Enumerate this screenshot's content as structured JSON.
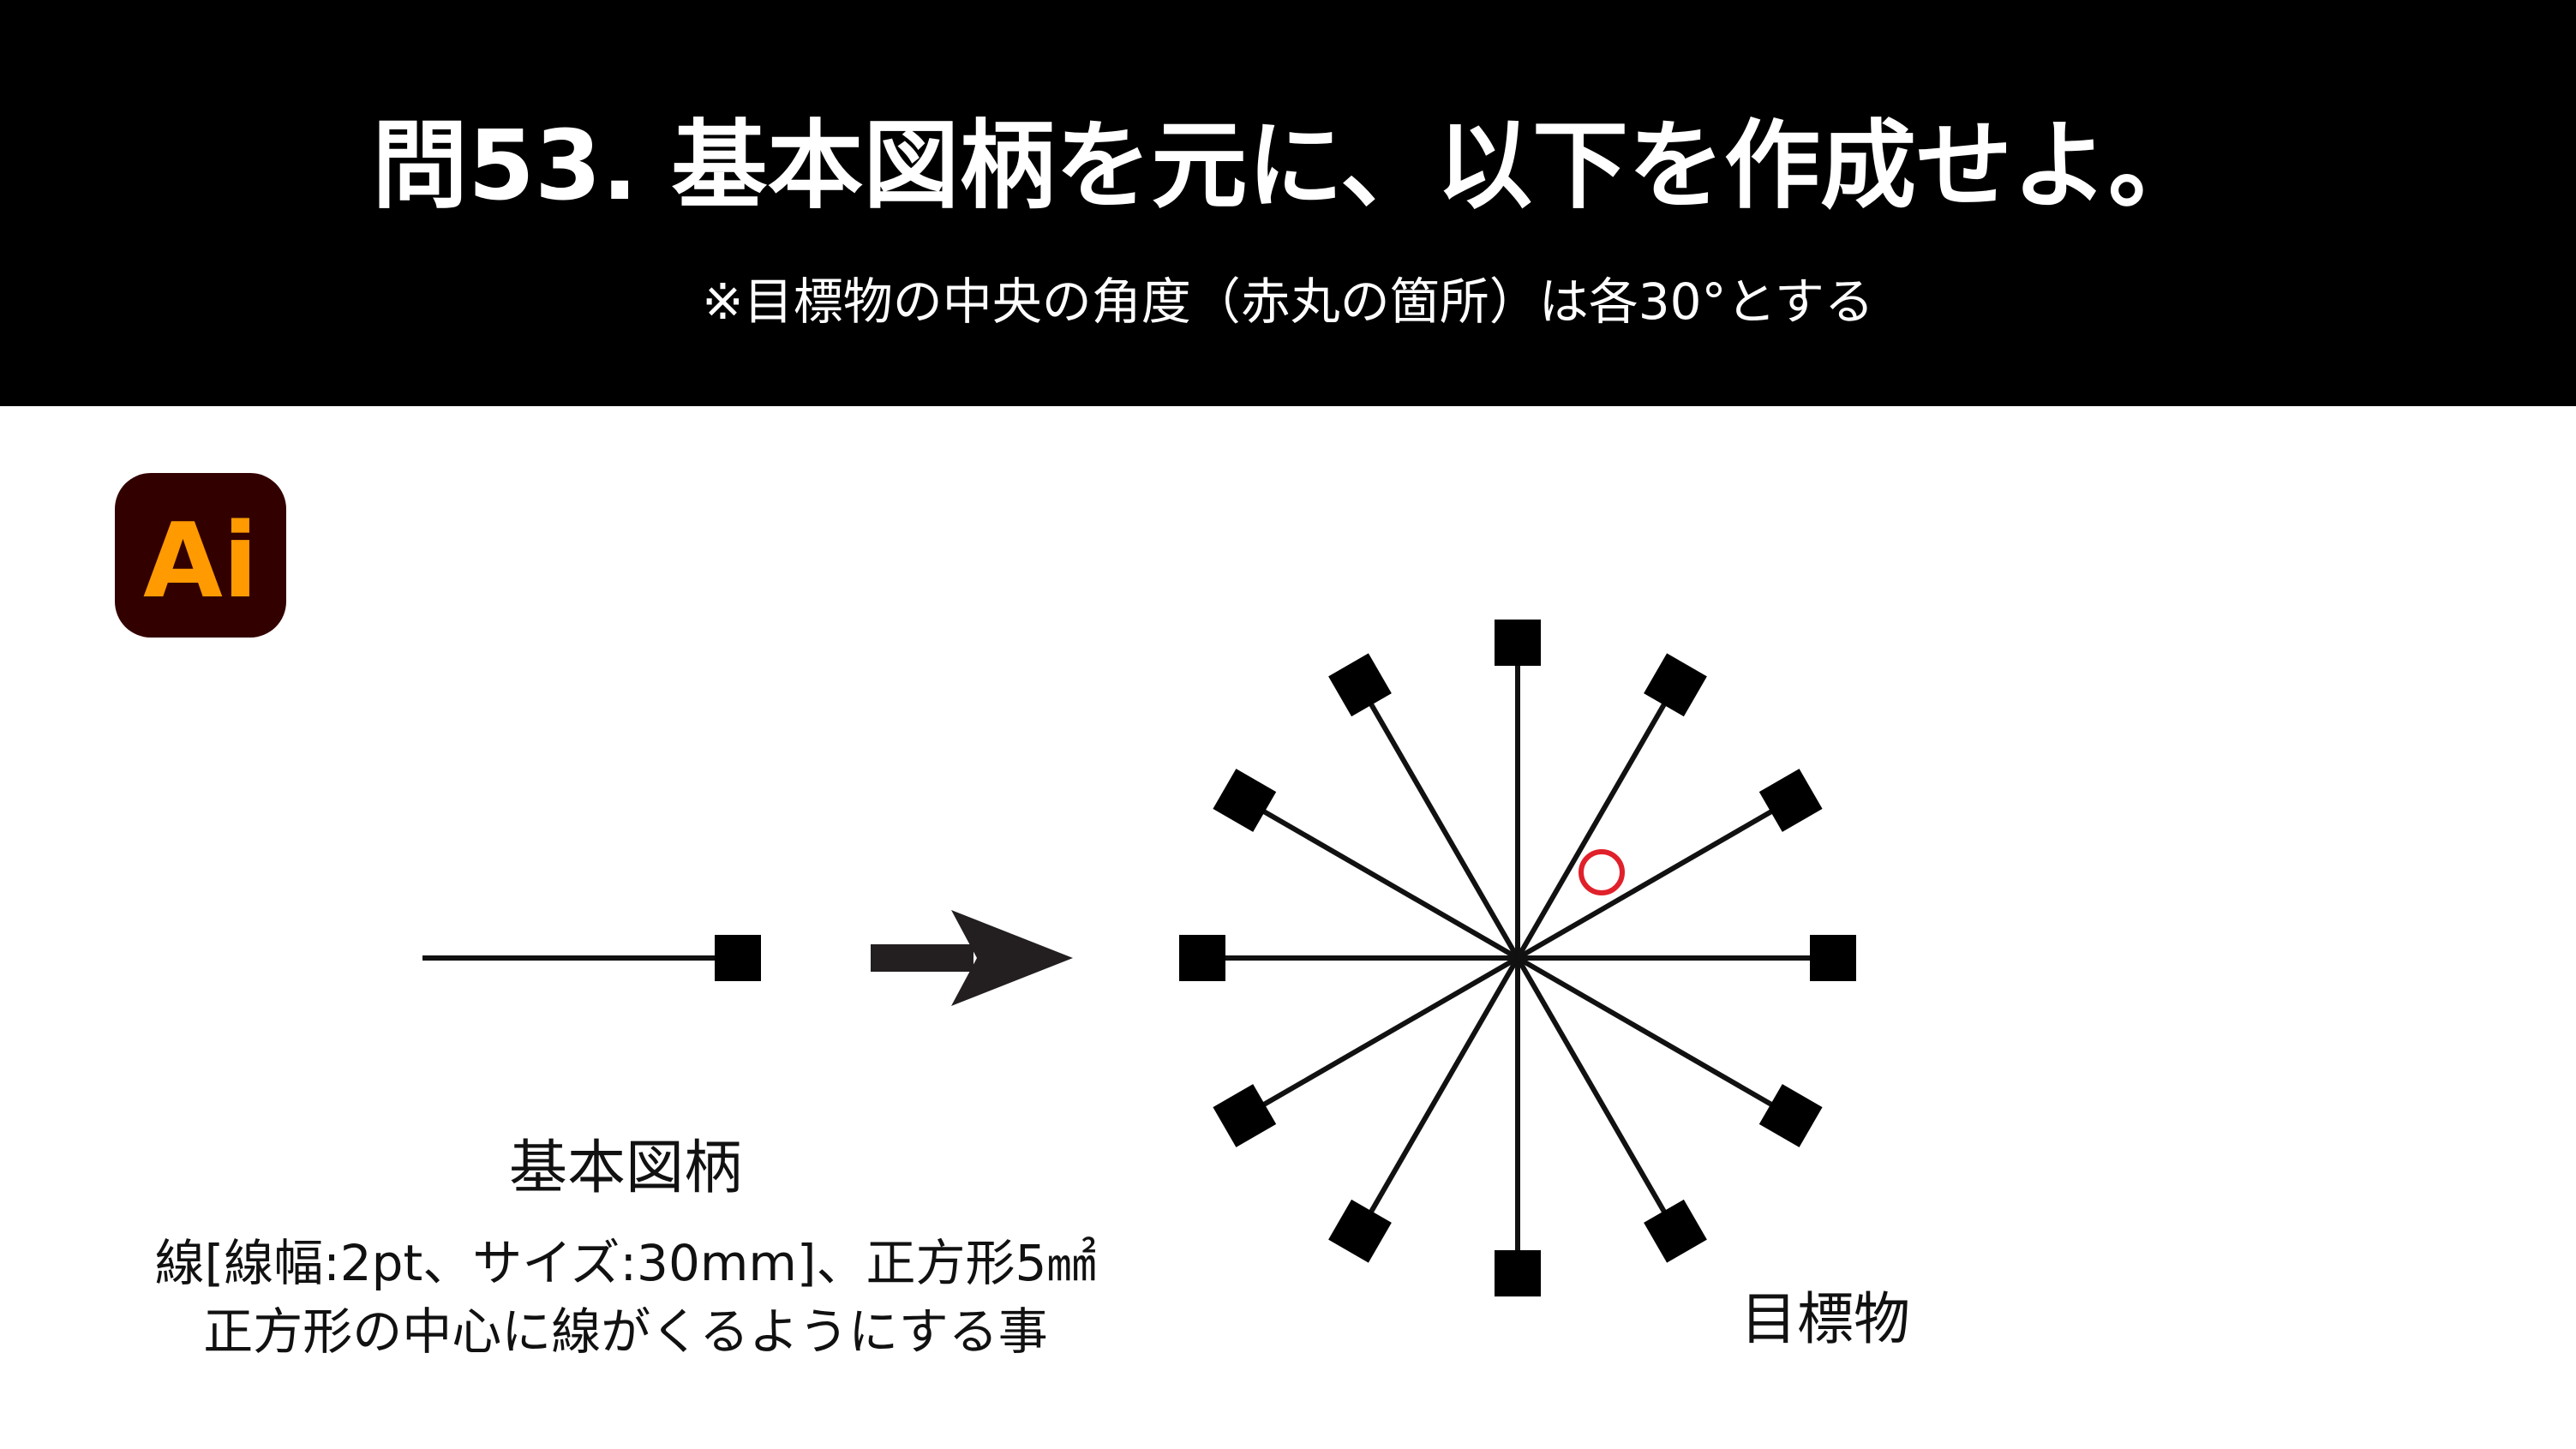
{
  "header": {
    "title": "問53. 基本図柄を元に、以下を作成せよ。",
    "note": "※目標物の中央の角度（赤丸の箇所）は各30°とする"
  },
  "logo": {
    "text": "Ai",
    "bg_color": "#330000",
    "text_color": "#FF9A00"
  },
  "basic_figure": {
    "label": "基本図柄",
    "spec_line1": "線[線幅:2pt、サイズ:30mm]、正方形5㎟",
    "spec_line2": "正方形の中心に線がくるようにする事"
  },
  "target": {
    "label": "目標物",
    "spoke_count": 12,
    "angle_deg": 30,
    "marker_color": "#E0202A"
  }
}
